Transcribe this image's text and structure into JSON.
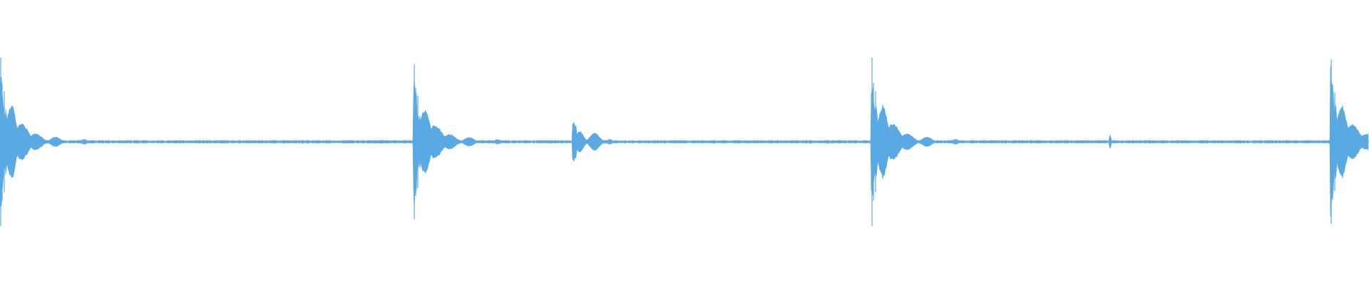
{
  "waveform": {
    "color": "#5aa9e3",
    "background": "#ffffff",
    "bursts": [
      {
        "kind": "transient",
        "amplitude": 1.0
      },
      {
        "kind": "transient",
        "amplitude": 0.92
      },
      {
        "kind": "minor",
        "amplitude": 0.24
      },
      {
        "kind": "transient",
        "amplitude": 1.0
      },
      {
        "kind": "tick",
        "amplitude": 0.08
      },
      {
        "kind": "transient",
        "amplitude": 0.98
      }
    ]
  }
}
